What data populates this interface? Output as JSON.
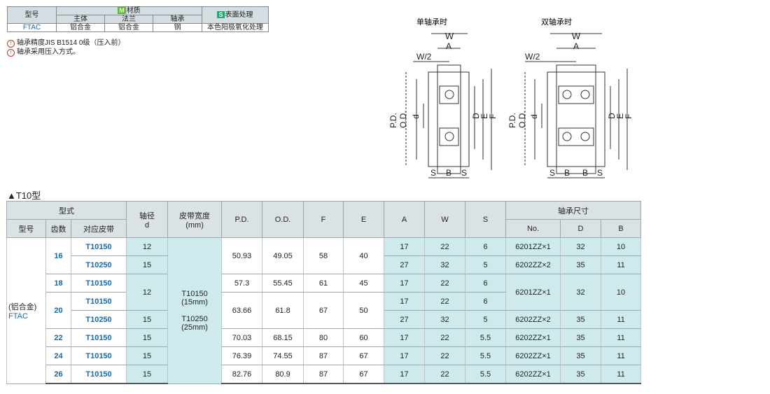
{
  "material": {
    "h_model": "型号",
    "h_material_badge": "M",
    "h_material": "材质",
    "h_surface_badge": "S",
    "h_surface": "表面处理",
    "h_body": "主体",
    "h_flange": "法兰",
    "h_bearing": "轴承",
    "model": "FTAC",
    "body": "铝合金",
    "flange": "铝合金",
    "bearing": "钢",
    "surface": "本色阳极氧化处理",
    "colors": {
      "m_badge": "#5cb82e",
      "s_badge": "#23a86b",
      "accent": "#1a6aa8"
    }
  },
  "notes": [
    "轴承精度JIS B1514 0级（压入前）",
    "轴承采用压入方式。"
  ],
  "diagram": {
    "single_title": "单轴承时",
    "double_title": "双轴承时",
    "labels": {
      "W": "W",
      "A": "A",
      "W2": "W/2",
      "PD": "P.D.",
      "OD": "O.D.",
      "d": "d",
      "D": "D",
      "E": "E",
      "F": "F",
      "S": "S",
      "B": "B"
    }
  },
  "section_title": "▲T10型",
  "table": {
    "h_type": "型式",
    "h_model": "型号",
    "h_teeth": "齿数",
    "h_belt": "对应皮带",
    "h_shaft": "轴径",
    "h_shaft2": "d",
    "h_width": "皮带宽度",
    "h_width2": "(mm)",
    "h_pd": "P.D.",
    "h_od": "O.D.",
    "h_f": "F",
    "h_e": "E",
    "h_a": "A",
    "h_w": "W",
    "h_s": "S",
    "h_bearing": "轴承尺寸",
    "h_no": "No.",
    "h_D": "D",
    "h_B": "B",
    "model_line1": "(铝合金)",
    "model_line2": "FTAC",
    "width_1a": "T10150",
    "width_1b": "(15mm)",
    "width_2a": "T10250",
    "width_2b": "(25mm)",
    "rows": [
      {
        "teeth": "16",
        "belt": "T10150",
        "d": "12",
        "pd": "50.93",
        "od": "49.05",
        "f": "58",
        "e": "40",
        "a": "17",
        "w": "22",
        "s": "6",
        "no": "6201ZZ×1",
        "D": "32",
        "B": "10"
      },
      {
        "belt": "T10250",
        "d": "15",
        "a": "27",
        "w": "32",
        "s": "5",
        "no": "6202ZZ×2",
        "D": "35",
        "B": "11"
      },
      {
        "teeth": "18",
        "belt": "T10150",
        "d": "12",
        "pd": "57.3",
        "od": "55.45",
        "f": "61",
        "e": "45",
        "a": "17",
        "w": "22",
        "s": "6",
        "no": "6201ZZ×1",
        "D": "32",
        "B": "10"
      },
      {
        "teeth": "20",
        "belt": "T10150",
        "pd": "63.66",
        "od": "61.8",
        "f": "67",
        "e": "50",
        "a": "17",
        "w": "22",
        "s": "6"
      },
      {
        "belt": "T10250",
        "d": "15",
        "a": "27",
        "w": "32",
        "s": "5",
        "no": "6202ZZ×2",
        "D": "35",
        "B": "11"
      },
      {
        "teeth": "22",
        "belt": "T10150",
        "d": "15",
        "pd": "70.03",
        "od": "68.15",
        "f": "80",
        "e": "60",
        "a": "17",
        "w": "22",
        "s": "5.5",
        "no": "6202ZZ×1",
        "D": "35",
        "B": "11"
      },
      {
        "teeth": "24",
        "belt": "T10150",
        "d": "15",
        "pd": "76.39",
        "od": "74.55",
        "f": "87",
        "e": "67",
        "a": "17",
        "w": "22",
        "s": "5.5",
        "no": "6202ZZ×1",
        "D": "35",
        "B": "11"
      },
      {
        "teeth": "26",
        "belt": "T10150",
        "d": "15",
        "pd": "82.76",
        "od": "80.9",
        "f": "87",
        "e": "67",
        "a": "17",
        "w": "22",
        "s": "5.5",
        "no": "6202ZZ×1",
        "D": "35",
        "B": "11"
      }
    ]
  }
}
